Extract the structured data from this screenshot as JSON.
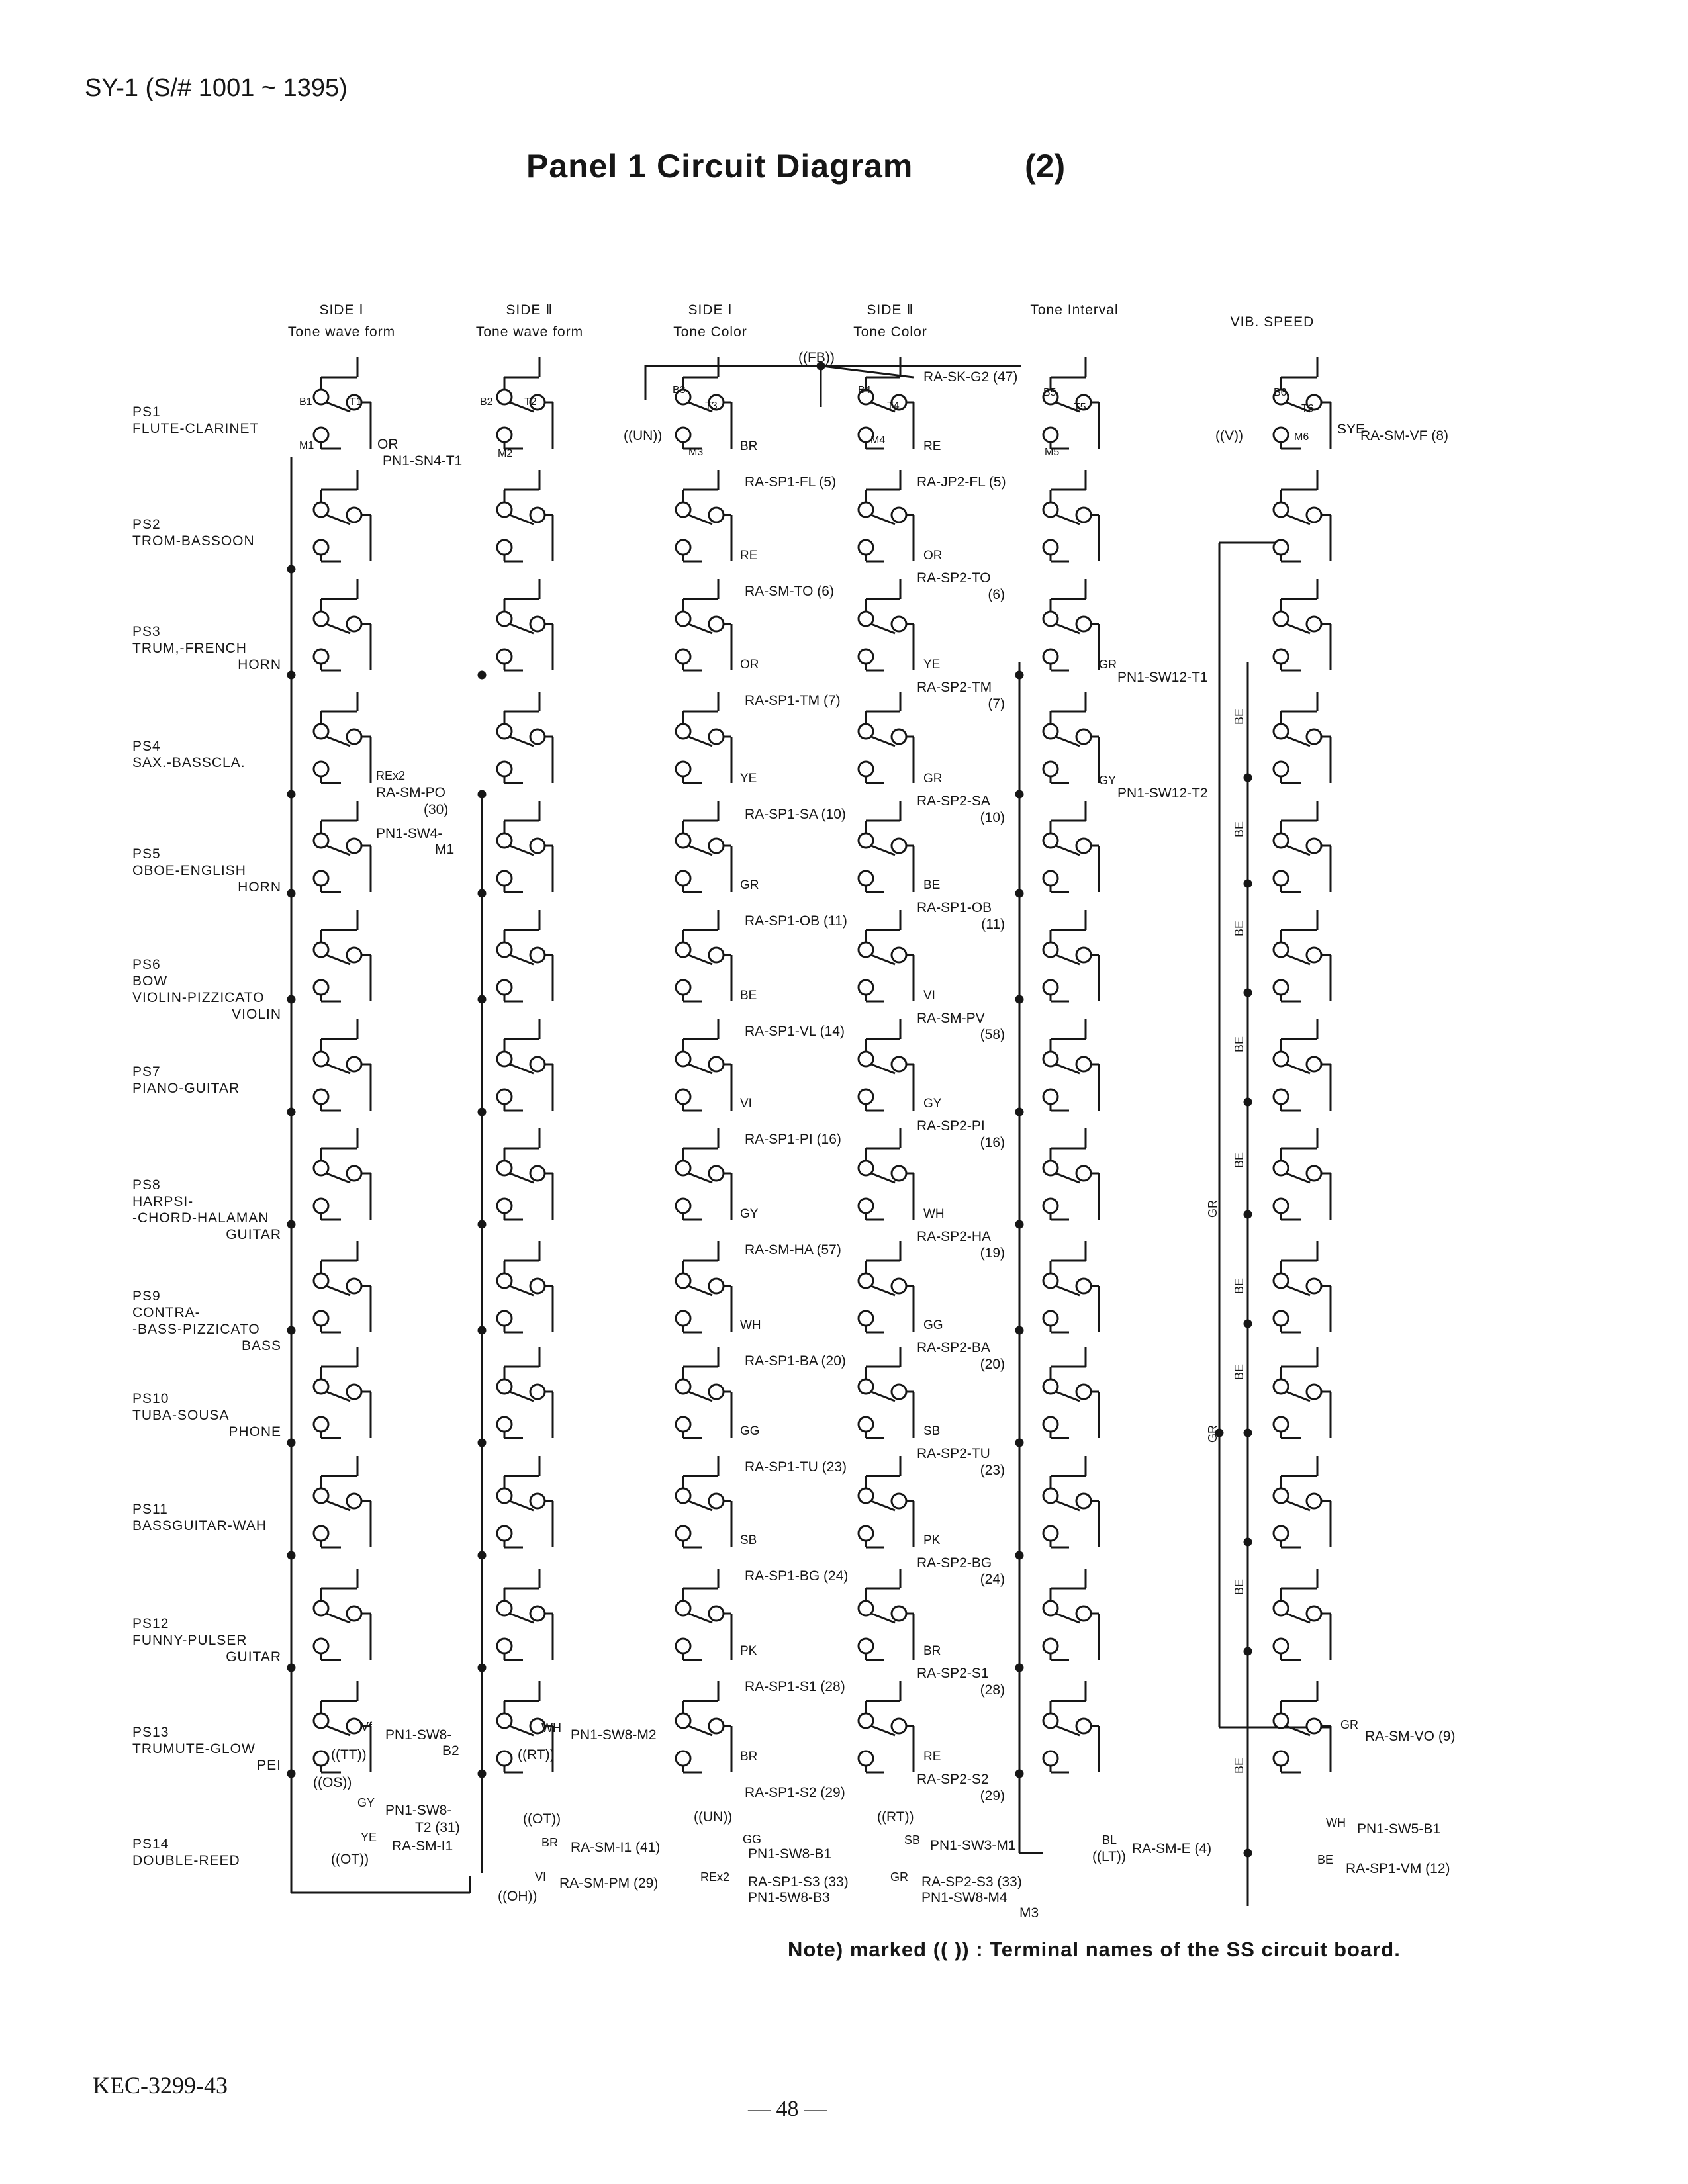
{
  "header": {
    "model": "SY-1  (S/#  1001  ~  1395)"
  },
  "title": {
    "main": "Panel  1  Circuit  Diagram",
    "part": "(2)"
  },
  "column_headers": [
    {
      "line1": "SIDE Ⅰ",
      "line2": "Tone  wave  form"
    },
    {
      "line1": "SIDE Ⅱ",
      "line2": "Tone  wave  form"
    },
    {
      "line1": "SIDE Ⅰ",
      "line2": "Tone  Color"
    },
    {
      "line1": "SIDE Ⅱ",
      "line2": "Tone  Color"
    },
    {
      "line1": "",
      "line2": "Tone  Interval"
    },
    {
      "line1": "",
      "line2": "VIB.  SPEED"
    }
  ],
  "presets": [
    {
      "id": "PS1",
      "l1": "FLUTE-CLARINET",
      "l2": ""
    },
    {
      "id": "PS2",
      "l1": "TROM-BASSOON",
      "l2": ""
    },
    {
      "id": "PS3",
      "l1": "TRUM,-FRENCH",
      "l2": "HORN"
    },
    {
      "id": "PS4",
      "l1": "SAX.-BASSCLA.",
      "l2": ""
    },
    {
      "id": "PS5",
      "l1": "OBOE-ENGLISH",
      "l2": "HORN"
    },
    {
      "id": "PS6",
      "l1": "BOW",
      "l2": "VIOLIN-PIZZICATO",
      "l3": "VIOLIN"
    },
    {
      "id": "PS7",
      "l1": "PIANO-GUITAR",
      "l2": ""
    },
    {
      "id": "PS8",
      "l1": "HARPSI-",
      "l2": "-CHORD-HALAMAN",
      "l3": "GUITAR"
    },
    {
      "id": "PS9",
      "l1": "CONTRA-",
      "l2": "-BASS-PIZZICATO",
      "l3": "BASS"
    },
    {
      "id": "PS10",
      "l1": "TUBA-SOUSA",
      "l2": "PHONE"
    },
    {
      "id": "PS11",
      "l1": "BASSGUITAR-WAH",
      "l2": ""
    },
    {
      "id": "PS12",
      "l1": "FUNNY-PULSER",
      "l2": "GUITAR"
    },
    {
      "id": "PS13",
      "l1": "TRUMUTE-GLOW",
      "l2": "PEI"
    },
    {
      "id": "PS14",
      "l1": "DOUBLE-REED",
      "l2": ""
    }
  ],
  "tone_color_side1": [
    {
      "wire": "BR",
      "dest": "RA-SP1-FL (5)"
    },
    {
      "wire": "RE",
      "dest": "RA-SM-TO (6)"
    },
    {
      "wire": "OR",
      "dest": "RA-SP1-TM (7)"
    },
    {
      "wire": "YE",
      "dest": "RA-SP1-SA (10)"
    },
    {
      "wire": "GR",
      "dest": "RA-SP1-OB (11)"
    },
    {
      "wire": "BE",
      "dest": "RA-SP1-VL (14)"
    },
    {
      "wire": "VI",
      "dest": "RA-SP1-PI (16)"
    },
    {
      "wire": "GY",
      "dest": "RA-SM-HA (57)"
    },
    {
      "wire": "WH",
      "dest": "RA-SP1-BA (20)"
    },
    {
      "wire": "GG",
      "dest": "RA-SP1-TU (23)"
    },
    {
      "wire": "SB",
      "dest": "RA-SP1-BG (24)"
    },
    {
      "wire": "PK",
      "dest": "RA-SP1-S1 (28)"
    },
    {
      "wire": "BR",
      "dest": "RA-SP1-S2 (29)"
    }
  ],
  "tone_color_side2": [
    {
      "wire": "RE",
      "dest": "RA-JP2-FL (5)"
    },
    {
      "wire": "OR",
      "dest": "RA-SP2-TO",
      "num": "(6)"
    },
    {
      "wire": "YE",
      "dest": "RA-SP2-TM",
      "num": "(7)"
    },
    {
      "wire": "GR",
      "dest": "RA-SP2-SA",
      "num": "(10)"
    },
    {
      "wire": "BE",
      "dest": "RA-SP1-OB",
      "num": "(11)"
    },
    {
      "wire": "VI",
      "dest": "RA-SM-PV",
      "num": "(58)"
    },
    {
      "wire": "GY",
      "dest": "RA-SP2-PI",
      "num": "(16)"
    },
    {
      "wire": "WH",
      "dest": "RA-SP2-HA",
      "num": "(19)"
    },
    {
      "wire": "GG",
      "dest": "RA-SP2-BA",
      "num": "(20)"
    },
    {
      "wire": "SB",
      "dest": "RA-SP2-TU",
      "num": "(23)"
    },
    {
      "wire": "PK",
      "dest": "RA-SP2-BG",
      "num": "(24)"
    },
    {
      "wire": "BR",
      "dest": "RA-SP2-S1",
      "num": "(28)"
    },
    {
      "wire": "RE",
      "dest": "RA-SP2-S2",
      "num": "(29)"
    }
  ],
  "labels": {
    "B1": "B1",
    "T1": "T1",
    "M1": "M1",
    "B2": "B2",
    "T2": "T2",
    "M2": "M2",
    "B3": "B3",
    "T3": "T3",
    "M3": "M3",
    "B4": "B4",
    "T4": "T4",
    "M4": "M4",
    "B5": "B5",
    "T5": "T5",
    "M5": "M5",
    "B6": "B6",
    "T6": "T6",
    "M6": "M6",
    "fb": "((FB))",
    "sk": "RA-SK-G2 (47)",
    "un": "((UN))",
    "or": "OR",
    "sn4": "PN1-SN4-T1",
    "rex2": "REx2",
    "smpo": "RA-SM-PO",
    "n30": "(30)",
    "sw4": "PN1-SW4-",
    "m1b": "M1",
    "gr1": "GR",
    "sw12t1": "PN1-SW12-T1",
    "gy1": "GY",
    "sw12t2": "PN1-SW12-T2",
    "v": "((V))",
    "sye": "SYE",
    "smvf": "RA-SM-VF (8)",
    "be": "BE",
    "gr": "GR",
    "vf": "Vf",
    "sw8b2a": "PN1-SW8-",
    "b2": "B2",
    "tt": "((TT))",
    "os": "((OS))",
    "gy13": "GY",
    "sw8t2": "PN1-SW8-",
    "t231": "T2 (31)",
    "ye": "YE",
    "smi1": "RA-SM-I1",
    "ot1": "((OT))",
    "wh13": "WH",
    "sw8m2": "PN1-SW8-M2",
    "rt": "((RT))",
    "ot2": "((OT))",
    "br2": "BR",
    "smi1b": "RA-SM-I1 (41)",
    "vi2": "VI",
    "smpm": "RA-SM-PM (29)",
    "oh": "((OH))",
    "un2": "((UN))",
    "gg2": "GG",
    "sw8b1": "PN1-SW8-B1",
    "rex2b": "REx2",
    "s3a": "RA-SP1-S3 (33)",
    "sw8b3": "PN1-5W8-B3",
    "rt2": "((RT))",
    "sb2": "SB",
    "sw3m1": "PN1-SW3-M1",
    "gr2": "GR",
    "s3b": "RA-SP2-S3 (33)",
    "sw8m4": "PN1-SW8-M4",
    "m3": "M3",
    "bl": "BL",
    "lt": "((LT))",
    "sme": "RA-SM-E (4)",
    "gr3": "GR",
    "smvo": "RA-SM-VO (9)",
    "wh3": "WH",
    "sw5b1": "PN1-SW5-B1",
    "be3": "BE",
    "vm": "RA-SP1-VM (12)"
  },
  "note": "Note)  marked  ((  )) : Terminal  names  of  the  SS  circuit  board.",
  "footer": {
    "code": "KEC-3299-43",
    "page": "— 48 —"
  }
}
